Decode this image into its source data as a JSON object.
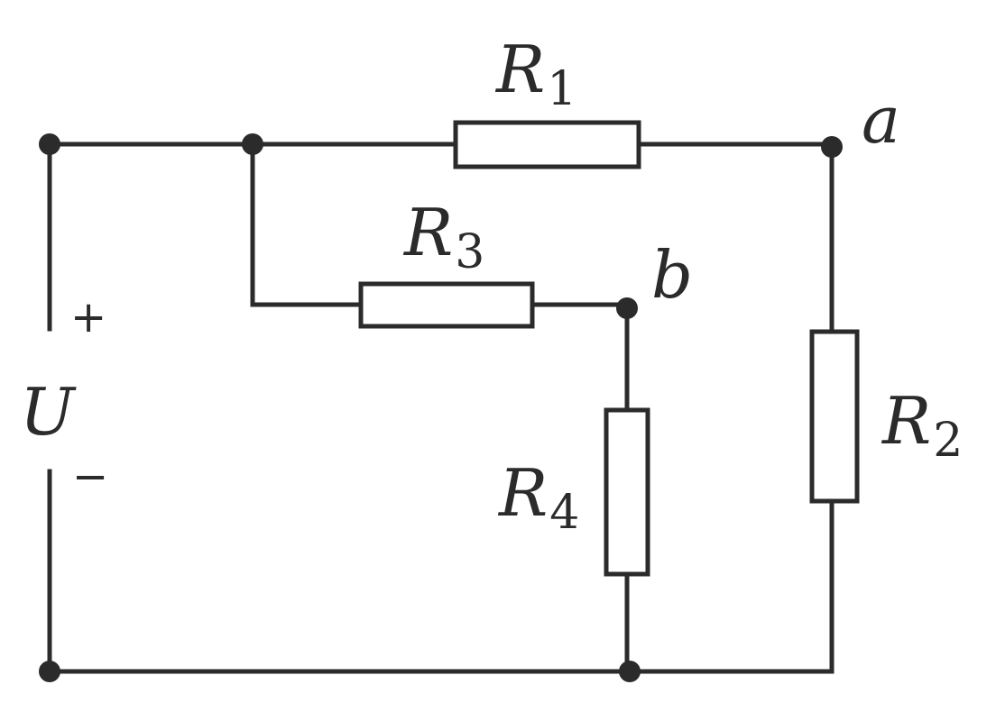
{
  "components": {
    "r1": {
      "letter": "R",
      "sub": "1"
    },
    "r2": {
      "letter": "R",
      "sub": "2"
    },
    "r3": {
      "letter": "R",
      "sub": "3"
    },
    "r4": {
      "letter": "R",
      "sub": "4"
    }
  },
  "nodes": {
    "a": "a",
    "b": "b"
  },
  "source": {
    "label": "U",
    "plus": "+",
    "minus": "−"
  }
}
